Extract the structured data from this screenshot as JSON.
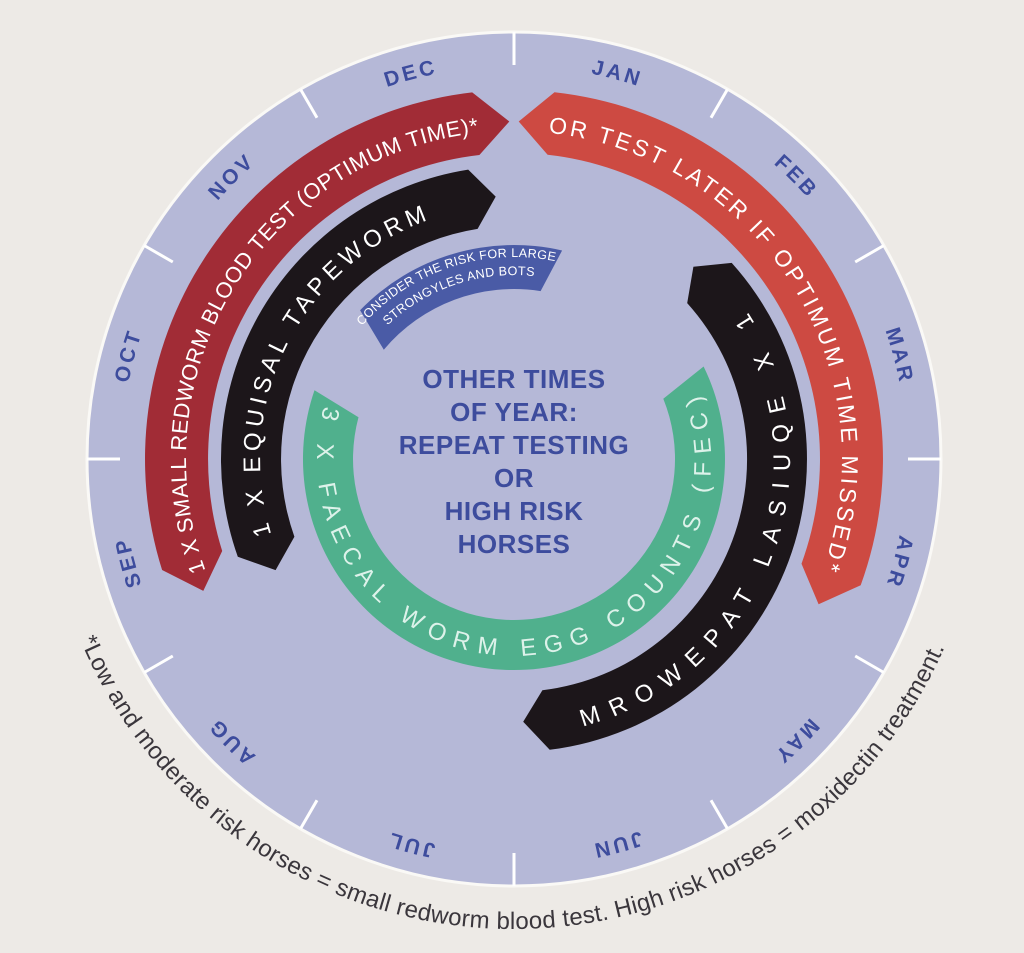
{
  "colors": {
    "background": "#edeae6",
    "wheel": "#b5b8d7",
    "rim_line": "#faf9f6",
    "tick": "#ffffff",
    "month_text": "#3d4c9d",
    "center_text": "#3d4c9d",
    "dark_red_arc": "#a12c36",
    "red_arc": "#cd4a42",
    "black_arc": "#1c161a",
    "green_arc": "#50b08d",
    "banner_blue": "#4a5ba6",
    "arc_label": "#ffffff",
    "green_label": "#ddf2ea",
    "footnote_text": "#3a363c"
  },
  "wheel": {
    "months": [
      "JAN",
      "FEB",
      "MAR",
      "APR",
      "MAY",
      "JUN",
      "JUL",
      "AUG",
      "SEP",
      "OCT",
      "NOV",
      "DEC"
    ],
    "arcs": {
      "blood_test": {
        "label": "1 X SMALL REDWORM BLOOD TEST (OPTIMUM TIME)*"
      },
      "test_later": {
        "label": "OR TEST LATER IF OPTIMUM TIME MISSED*"
      },
      "tapeworm_autumn": {
        "label": "1 X EQUISAL TAPEWORM"
      },
      "tapeworm_spring": {
        "label": "1 X EQUISAL TAPEWORM"
      },
      "fec": {
        "label": "3 X FAECAL WORM EGG COUNTS (FEC)"
      }
    },
    "banner": {
      "line1": "CONSIDER THE RISK FOR LARGE",
      "line2": "STRONGYLES AND BOTS"
    },
    "center": {
      "lines": [
        "OTHER TIMES",
        "OF YEAR:",
        "REPEAT TESTING",
        "OR",
        "HIGH RISK",
        "HORSES"
      ]
    }
  },
  "footnote": "*Low and moderate risk horses = small redworm blood test. High risk horses = moxidectin treatment."
}
